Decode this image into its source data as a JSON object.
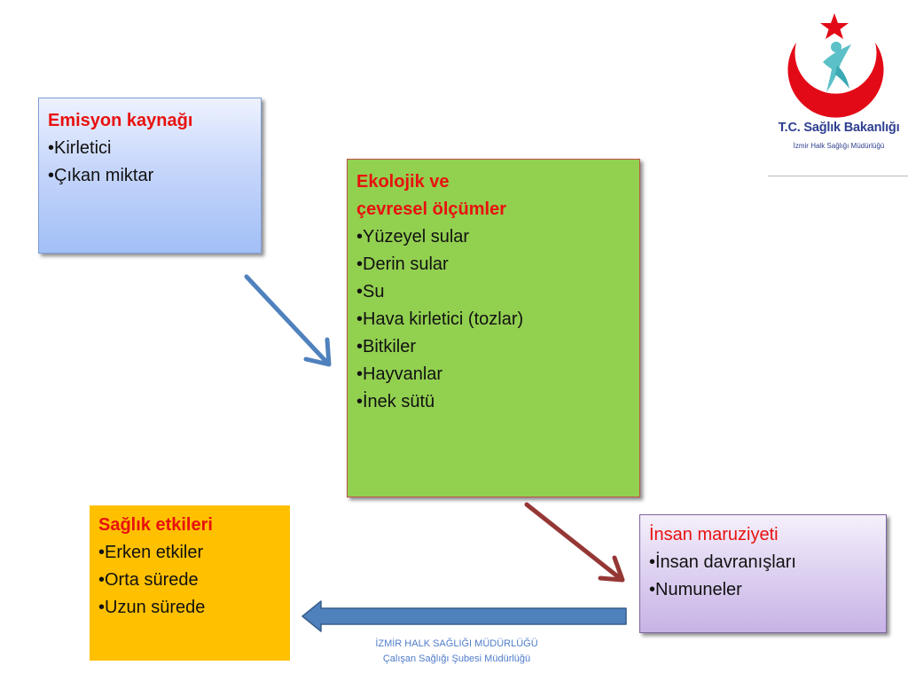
{
  "emission": {
    "title": "Emisyon kaynağı",
    "items": [
      "•Kirletici",
      "•Çıkan miktar"
    ]
  },
  "ecological": {
    "title_line1": "Ekolojik ve",
    "title_line2": "çevresel ölçümler",
    "items": [
      "•Yüzeyel sular",
      "•Derin sular",
      "•Su",
      "•Hava kirletici (tozlar)",
      "•Bitkiler",
      "•Hayvanlar",
      "•İnek sütü"
    ]
  },
  "health": {
    "title": "Sağlık etkileri",
    "items": [
      "•Erken etkiler",
      "•Orta sürede",
      "•Uzun sürede"
    ]
  },
  "human": {
    "title": "İnsan maruziyeti",
    "items": [
      "•İnsan davranışları",
      "•Numuneler"
    ]
  },
  "logo": {
    "name": "T.C. Sağlık Bakanlığı",
    "subtitle": "İzmir Halk Sağlığı Müdürlüğü"
  },
  "footer": {
    "line1": "İZMİR HALK SAĞLIĞI MÜDÜRLÜĞÜ",
    "line2": "Çalışan Sağlığı  Şubesi Müdürlüğü"
  },
  "colors": {
    "title_red": "#e8110f",
    "eco_green": "#92d050",
    "health_orange": "#ffc000",
    "arrow_blue": "#4f81bd",
    "arrow_red": "#953735"
  }
}
